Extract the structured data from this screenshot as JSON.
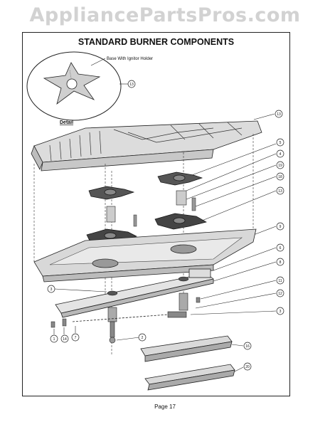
{
  "watermark": "AppliancePartsPros.com",
  "title": "STANDARD BURNER COMPONENTS",
  "detail": {
    "label": "Detail",
    "note": "Base With Ignitor Holder",
    "callout": "13"
  },
  "callouts": {
    "c13_top": "13",
    "c5": "5",
    "c4": "4",
    "c19": "19",
    "c18": "18",
    "c13_mid": "13",
    "c9": "9",
    "c6": "6",
    "c8": "8",
    "c11": "11",
    "c12": "12",
    "c3_right": "3",
    "c3_left": "3",
    "c1": "1",
    "c14": "14",
    "c7": "7",
    "c2": "2",
    "c16": "16",
    "c20": "20"
  },
  "page_label": "Page 17"
}
